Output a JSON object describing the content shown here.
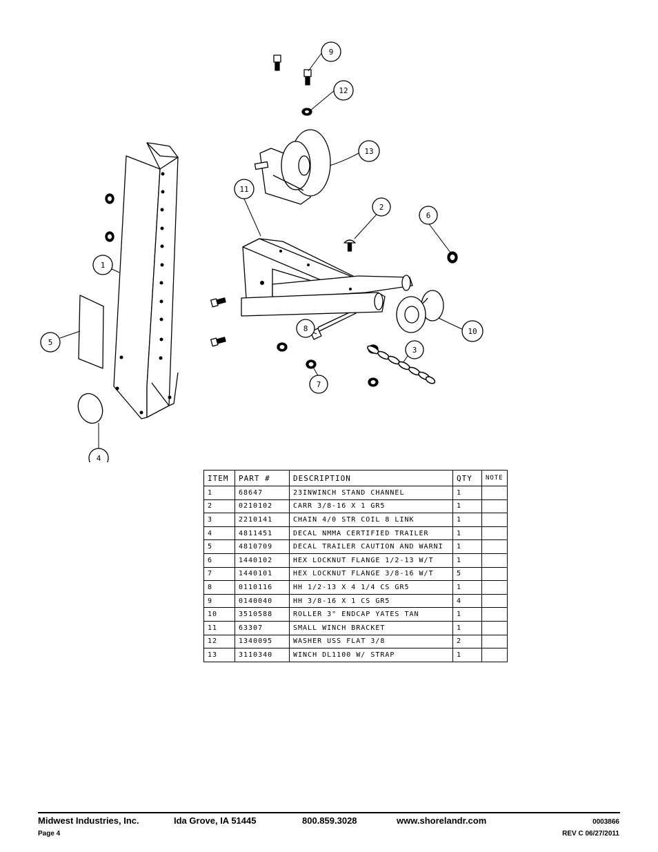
{
  "callouts": [
    "1",
    "2",
    "3",
    "4",
    "5",
    "6",
    "7",
    "8",
    "9",
    "10",
    "11",
    "12",
    "13"
  ],
  "table": {
    "headers": [
      "ITEM",
      "PART #",
      "DESCRIPTION",
      "QTY",
      "NOTE"
    ],
    "rows": [
      [
        "1",
        "68647",
        "23INWINCH STAND CHANNEL",
        "1",
        ""
      ],
      [
        "2",
        "0210102",
        "CARR 3/8-16 X 1 GR5",
        "1",
        ""
      ],
      [
        "3",
        "2210141",
        "CHAIN 4/0 STR COIL 8 LINK",
        "1",
        ""
      ],
      [
        "4",
        "4811451",
        "DECAL NMMA CERTIFIED TRAILER",
        "1",
        ""
      ],
      [
        "5",
        "4810709",
        "DECAL TRAILER CAUTION AND WARNI",
        "1",
        ""
      ],
      [
        "6",
        "1440102",
        "HEX LOCKNUT FLANGE 1/2-13 W/T",
        "1",
        ""
      ],
      [
        "7",
        "1440101",
        "HEX LOCKNUT FLANGE 3/8-16 W/T",
        "5",
        ""
      ],
      [
        "8",
        "0110116",
        "HH 1/2-13 X 4 1/4 CS GR5",
        "1",
        ""
      ],
      [
        "9",
        "0140040",
        "HH 3/8-16 X 1 CS GR5",
        "4",
        ""
      ],
      [
        "10",
        "3510588",
        "ROLLER 3\" ENDCAP YATES TAN",
        "1",
        ""
      ],
      [
        "11",
        "63307",
        "SMALL WINCH BRACKET",
        "1",
        ""
      ],
      [
        "12",
        "1340095",
        "WASHER USS FLAT 3/8",
        "2",
        ""
      ],
      [
        "13",
        "3110340",
        "WINCH DL1100 W/ STRAP",
        "1",
        ""
      ]
    ]
  },
  "footer": {
    "company": "Midwest Industries, Inc.",
    "location": "Ida Grove, IA  51445",
    "phone": "800.859.3028",
    "website": "www.shorelandr.com",
    "doc_number": "0003866",
    "page": "Page 4",
    "revision": "REV C  06/27/2011"
  }
}
